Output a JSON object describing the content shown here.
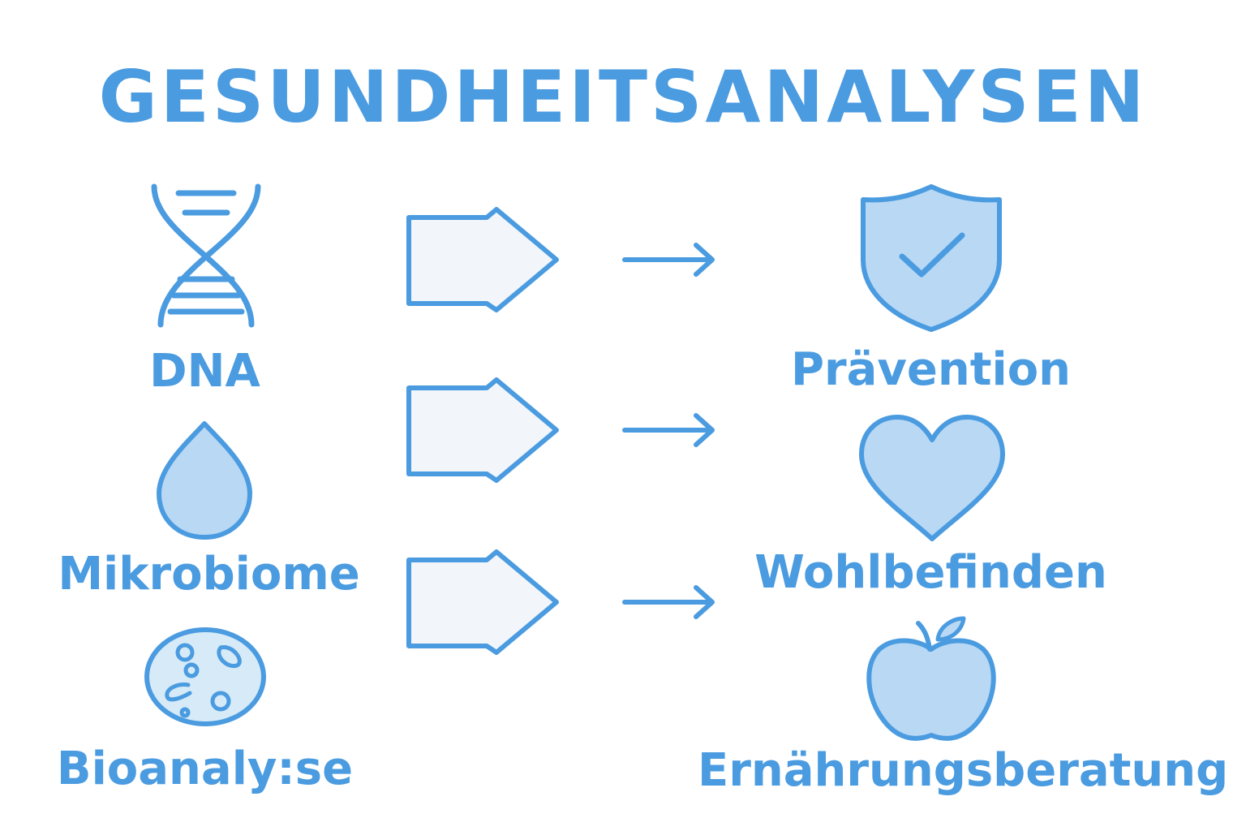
{
  "title": "GESUNDHEITSANALYSEN",
  "colors": {
    "stroke": "#4a9be0",
    "fill_light": "#b8d8f4",
    "fill_pale": "#f2f6fb",
    "fill_cell": "#d6eaf8"
  },
  "sources": [
    {
      "label": "DNA",
      "icon": "dna-icon"
    },
    {
      "label": "Mikrobiome",
      "icon": "drop-icon"
    },
    {
      "label": "Bioanaly:se",
      "icon": "cell-icon"
    }
  ],
  "outcomes": [
    {
      "label": "Prävention",
      "icon": "shield-check-icon"
    },
    {
      "label": "Wohlbefinden",
      "icon": "heart-icon"
    },
    {
      "label": "Ernährungsberatung",
      "icon": "apple-icon"
    }
  ]
}
